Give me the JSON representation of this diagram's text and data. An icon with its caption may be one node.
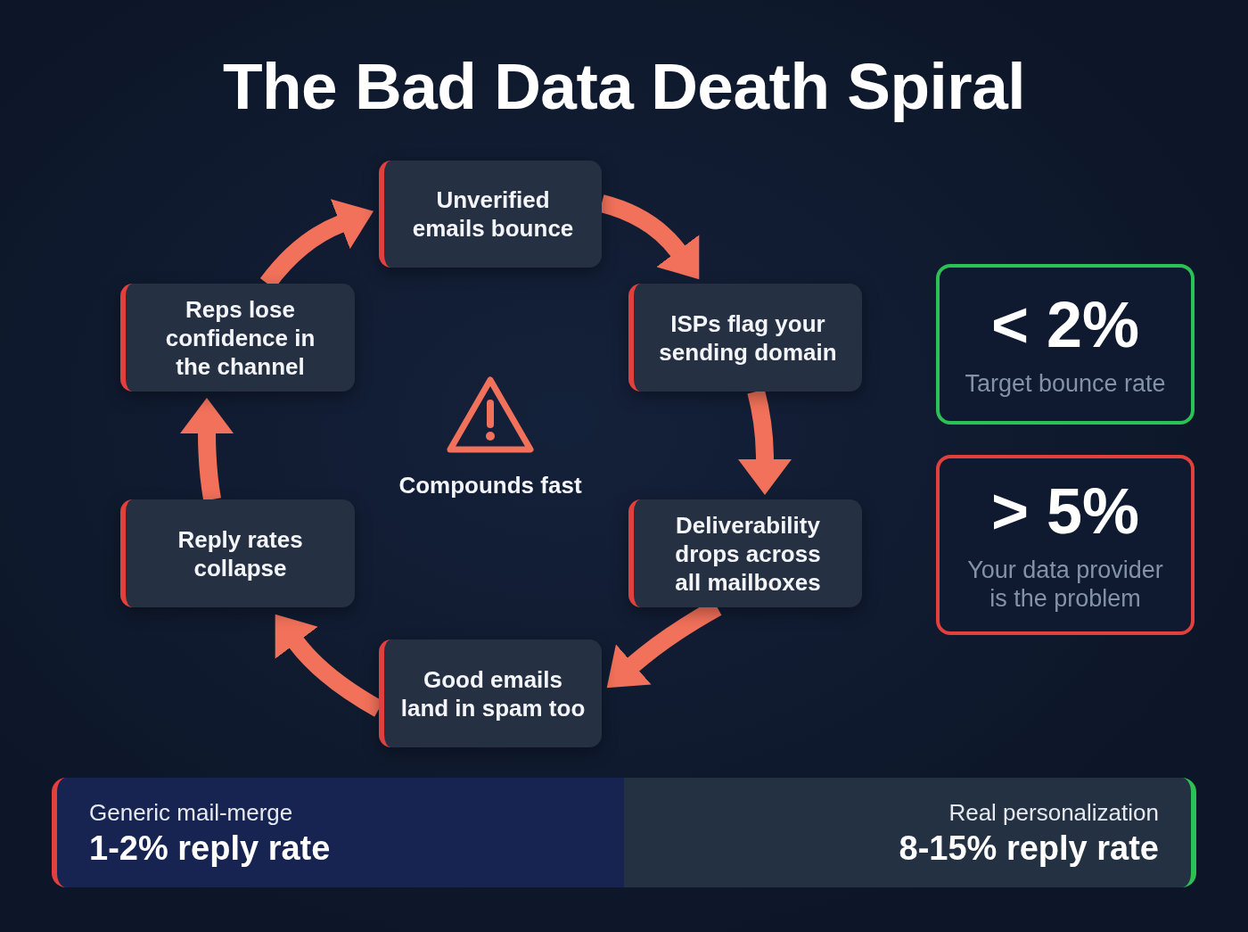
{
  "diagram": {
    "title": "The Bad Data Death Spiral",
    "nodes": [
      {
        "text": [
          "Unverified emails bounce"
        ]
      },
      {
        "text": [
          "ISPs flag your sending domain"
        ]
      },
      {
        "text": [
          "Deliverability drops across all mailboxes"
        ]
      },
      {
        "text": [
          "Good emails land in spam too"
        ]
      },
      {
        "text": [
          "Reply rates collapse"
        ]
      },
      {
        "text": [
          "Reps lose confidence in the channel"
        ]
      },
      {
        "text": [
          "< 2%",
          "Target bounce rate"
        ]
      },
      {
        "text": [
          "> 5%",
          "Your data provider is the problem"
        ]
      },
      {
        "text": [
          "Generic mail-merge",
          "1-2% reply rate"
        ]
      },
      {
        "text": [
          "Real personalization",
          "8-15% reply rate"
        ]
      }
    ],
    "edges": [
      {
        "from": 0,
        "to": 1,
        "arrow": "to"
      },
      {
        "from": 1,
        "to": 2,
        "arrow": "to"
      },
      {
        "from": 2,
        "to": 3,
        "arrow": "to"
      },
      {
        "from": 3,
        "to": 4,
        "arrow": "to"
      },
      {
        "from": 4,
        "to": 5,
        "arrow": "to"
      },
      {
        "from": 5,
        "to": 0,
        "arrow": "to"
      }
    ],
    "labels": [
      "Compounds fast"
    ]
  }
}
